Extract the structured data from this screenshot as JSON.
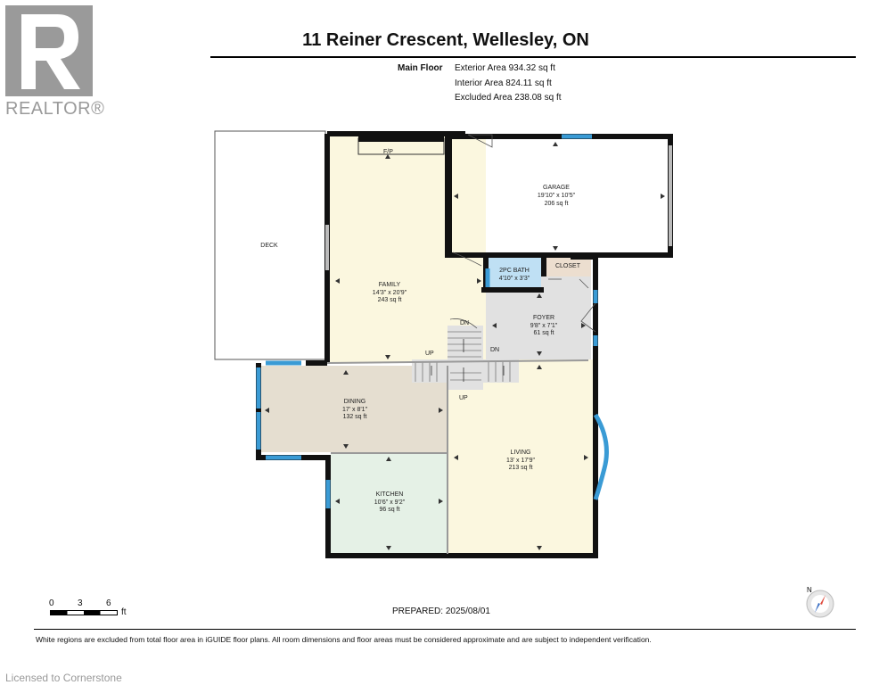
{
  "title": "11 Reiner Crescent, Wellesley, ON",
  "floor_label": "Main Floor",
  "areas": {
    "exterior": "Exterior Area 934.32 sq ft",
    "interior": "Interior Area 824.11 sq ft",
    "excluded": "Excluded Area 238.08 sq ft"
  },
  "logo": {
    "word": "REALTOR®"
  },
  "rooms": {
    "deck": {
      "name": "DECK"
    },
    "garage": {
      "name": "GARAGE",
      "dims": "19'10\" x 10'5\"",
      "area": "206 sq ft"
    },
    "family": {
      "name": "FAMILY",
      "dims": "14'3\" x 20'9\"",
      "area": "243 sq ft"
    },
    "bath": {
      "name": "2PC BATH",
      "dims": "4'10\" x 3'3\""
    },
    "closet": {
      "name": "CLOSET"
    },
    "foyer": {
      "name": "FOYER",
      "dims": "9'8\" x 7'1\"",
      "area": "61 sq ft"
    },
    "dining": {
      "name": "DINING",
      "dims": "17' x 8'1\"",
      "area": "132 sq ft"
    },
    "living": {
      "name": "LIVING",
      "dims": "13' x 17'9\"",
      "area": "213 sq ft"
    },
    "kitchen": {
      "name": "KITCHEN",
      "dims": "10'6\" x 9'2\"",
      "area": "96 sq ft"
    }
  },
  "labels": {
    "fp": "F/P",
    "up": "UP",
    "dn": "DN"
  },
  "scale": {
    "zero": "0",
    "three": "3",
    "six": "6",
    "unit": "ft"
  },
  "compass": {
    "n": "N"
  },
  "prepared": "PREPARED: 2025/08/01",
  "disclaimer": "White regions are excluded from total floor area in iGUIDE floor plans. All room dimensions and floor areas must be considered approximate and are subject to independent verification.",
  "licensed": "Licensed to Cornerstone",
  "colors": {
    "family": "#fbf7df",
    "living": "#fbf7df",
    "dining": "#e5ded0",
    "kitchen": "#e5f1e6",
    "foyer": "#e1e1e1",
    "bath": "#bfe0f4",
    "closet": "#ecdecf",
    "window": "#3a9bd5",
    "wall": "#111111"
  }
}
